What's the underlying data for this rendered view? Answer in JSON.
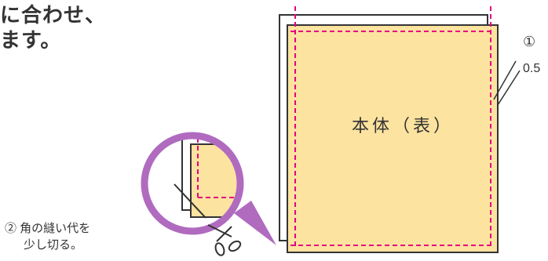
{
  "instruction": {
    "line1": "に合わせ、",
    "line2": "ます。"
  },
  "diagram": {
    "body_label": "本体（表）",
    "step1": {
      "number": "①",
      "value": "0.5"
    },
    "step2": {
      "line1": "② 角の縫い代を",
      "line2": "少し切る。"
    }
  },
  "colors": {
    "fabric_fill": "#fde3a0",
    "outline": "#333333",
    "stitch_line": "#e4007f",
    "magnifier_ring": "#b06bbf"
  },
  "icons": [
    "scissors-icon",
    "magnifier-circle"
  ]
}
